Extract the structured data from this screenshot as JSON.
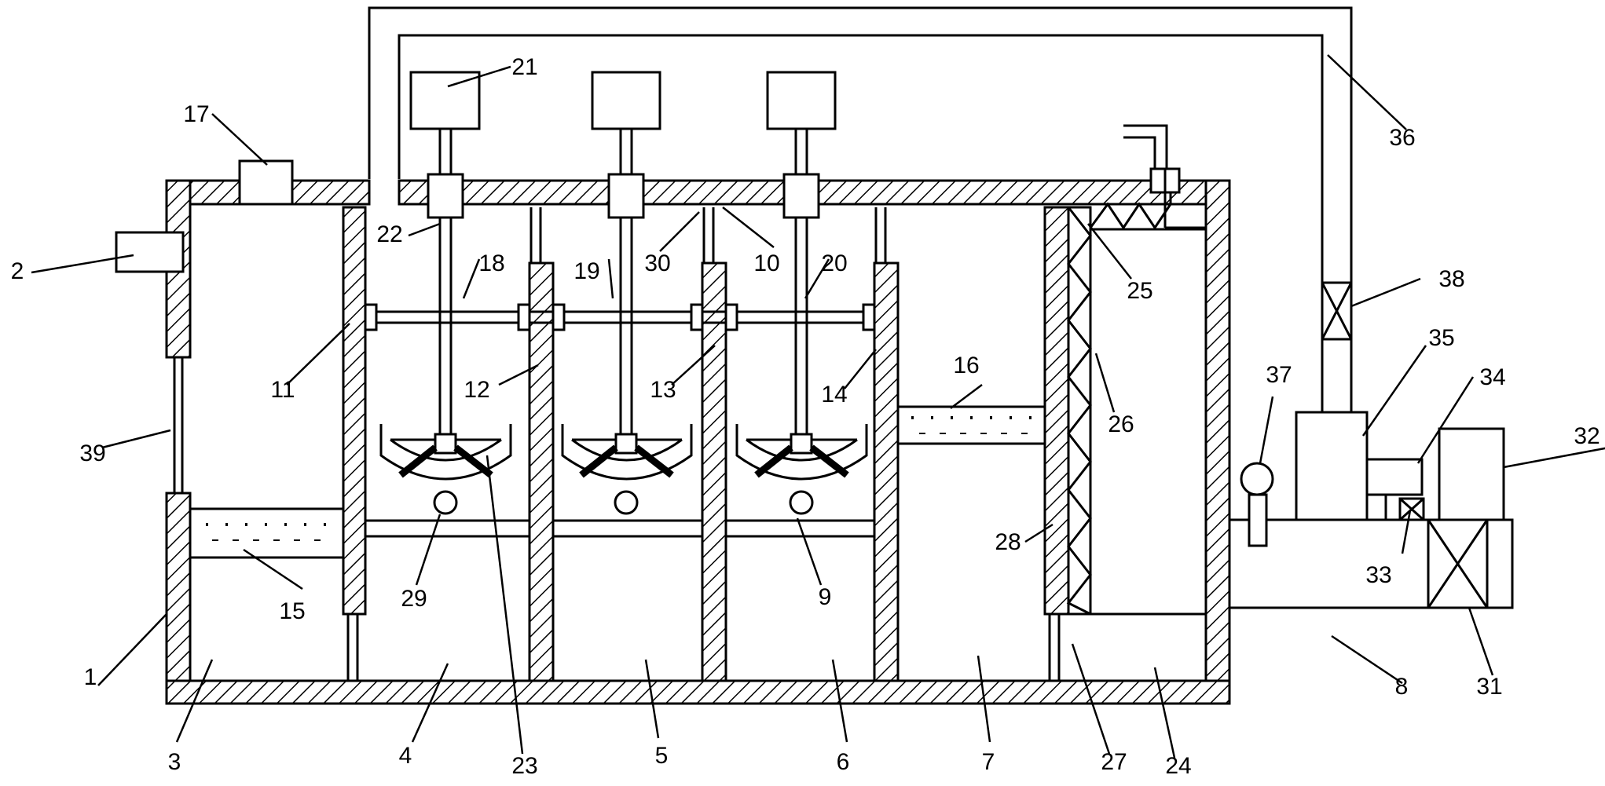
{
  "colors": {
    "line": "#000000",
    "background": "#ffffff"
  },
  "labels": [
    {
      "id": "n1",
      "text": "1"
    },
    {
      "id": "n2",
      "text": "2"
    },
    {
      "id": "n3",
      "text": "3"
    },
    {
      "id": "n4",
      "text": "4"
    },
    {
      "id": "n5",
      "text": "5"
    },
    {
      "id": "n6",
      "text": "6"
    },
    {
      "id": "n7",
      "text": "7"
    },
    {
      "id": "n8",
      "text": "8"
    },
    {
      "id": "n9",
      "text": "9"
    },
    {
      "id": "n10",
      "text": "10"
    },
    {
      "id": "n11",
      "text": "11"
    },
    {
      "id": "n12",
      "text": "12"
    },
    {
      "id": "n13",
      "text": "13"
    },
    {
      "id": "n14",
      "text": "14"
    },
    {
      "id": "n15",
      "text": "15"
    },
    {
      "id": "n16",
      "text": "16"
    },
    {
      "id": "n17",
      "text": "17"
    },
    {
      "id": "n18",
      "text": "18"
    },
    {
      "id": "n19",
      "text": "19"
    },
    {
      "id": "n20",
      "text": "20"
    },
    {
      "id": "n21",
      "text": "21"
    },
    {
      "id": "n22",
      "text": "22"
    },
    {
      "id": "n23",
      "text": "23"
    },
    {
      "id": "n24",
      "text": "24"
    },
    {
      "id": "n25",
      "text": "25"
    },
    {
      "id": "n26",
      "text": "26"
    },
    {
      "id": "n27",
      "text": "27"
    },
    {
      "id": "n28",
      "text": "28"
    },
    {
      "id": "n29",
      "text": "29"
    },
    {
      "id": "n30",
      "text": "30"
    },
    {
      "id": "n31",
      "text": "31"
    },
    {
      "id": "n32",
      "text": "32"
    },
    {
      "id": "n33",
      "text": "33"
    },
    {
      "id": "n34",
      "text": "34"
    },
    {
      "id": "n35",
      "text": "35"
    },
    {
      "id": "n36",
      "text": "36"
    },
    {
      "id": "n37",
      "text": "37"
    },
    {
      "id": "n38",
      "text": "38"
    },
    {
      "id": "n39",
      "text": "39"
    }
  ]
}
